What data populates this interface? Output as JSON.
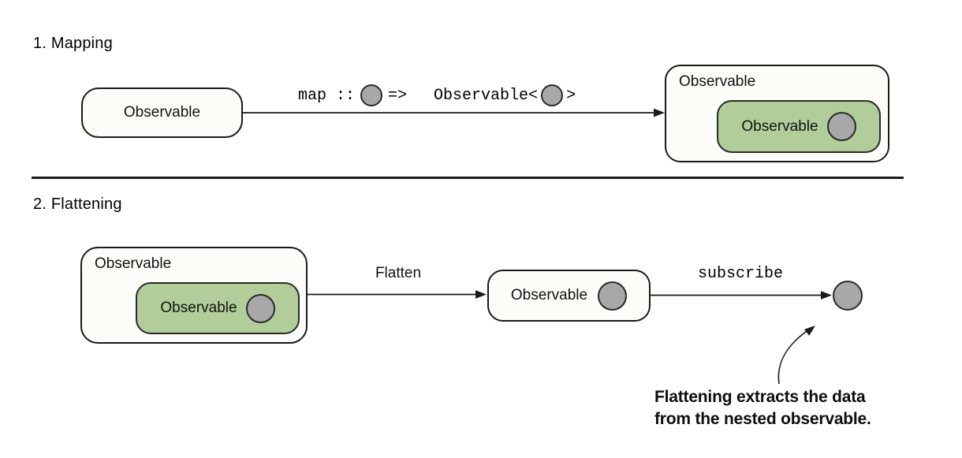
{
  "colors": {
    "green": "#b1cd9a",
    "circle": "#a8a8a8",
    "stroke": "#1a1a1a",
    "box_fill": "#fcfcf9",
    "text": "#111111"
  },
  "mapping": {
    "heading": "1. Mapping",
    "source_box_label": "Observable",
    "signature": {
      "map_prefix": "map ::",
      "arrow_token": "=>",
      "observable_open": "Observable<",
      "observable_close": ">"
    },
    "result_outer_label": "Observable",
    "result_inner_label": "Observable"
  },
  "flattening": {
    "heading": "2. Flattening",
    "nested_outer_label": "Observable",
    "nested_inner_label": "Observable",
    "flatten_arrow_label": "Flatten",
    "flattened_box_label": "Observable",
    "subscribe_arrow_label": "subscribe",
    "annotation": {
      "line1": "Flattening extracts the data",
      "line2": "from the nested observable."
    }
  }
}
